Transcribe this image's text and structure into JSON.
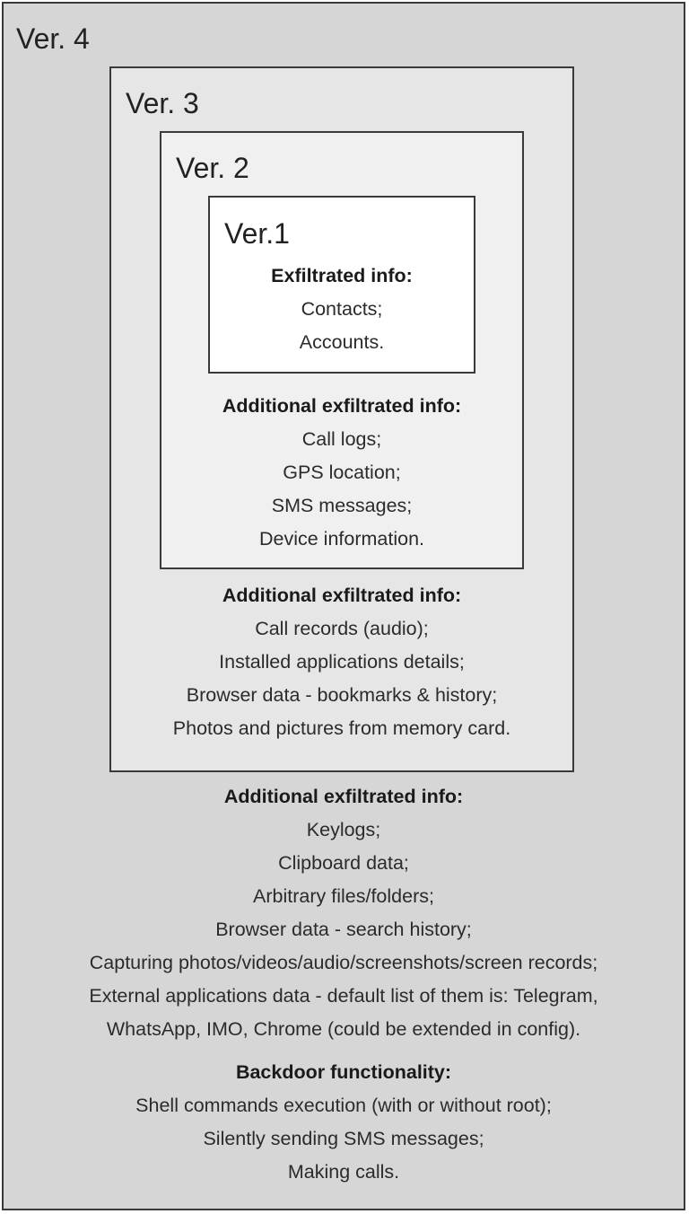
{
  "versions": {
    "v4": "Ver. 4",
    "v3": "Ver. 3",
    "v2": "Ver. 2",
    "v1": "Ver.1"
  },
  "v1": {
    "header": "Exfiltrated info:",
    "items": [
      "Contacts;",
      "Accounts."
    ]
  },
  "v2": {
    "header": "Additional exfiltrated info:",
    "items": [
      "Call logs;",
      "GPS location;",
      "SMS messages;",
      "Device information."
    ]
  },
  "v3": {
    "header": "Additional exfiltrated info:",
    "items": [
      "Call records (audio);",
      "Installed applications details;",
      "Browser data - bookmarks & history;",
      "Photos and pictures from memory card."
    ]
  },
  "v4": {
    "header": "Additional exfiltrated info:",
    "items": [
      "Keylogs;",
      "Clipboard data;",
      "Arbitrary files/folders;",
      "Browser data - search history;",
      "Capturing photos/videos/audio/screenshots/screen records;",
      "External applications data - default list of them is: Telegram,",
      "WhatsApp, IMO, Chrome (could be extended in config)."
    ],
    "backdoor_header": "Backdoor functionality:",
    "backdoor_items": [
      "Shell commands execution (with or without root);",
      "Silently sending SMS messages;",
      "Making calls."
    ]
  }
}
